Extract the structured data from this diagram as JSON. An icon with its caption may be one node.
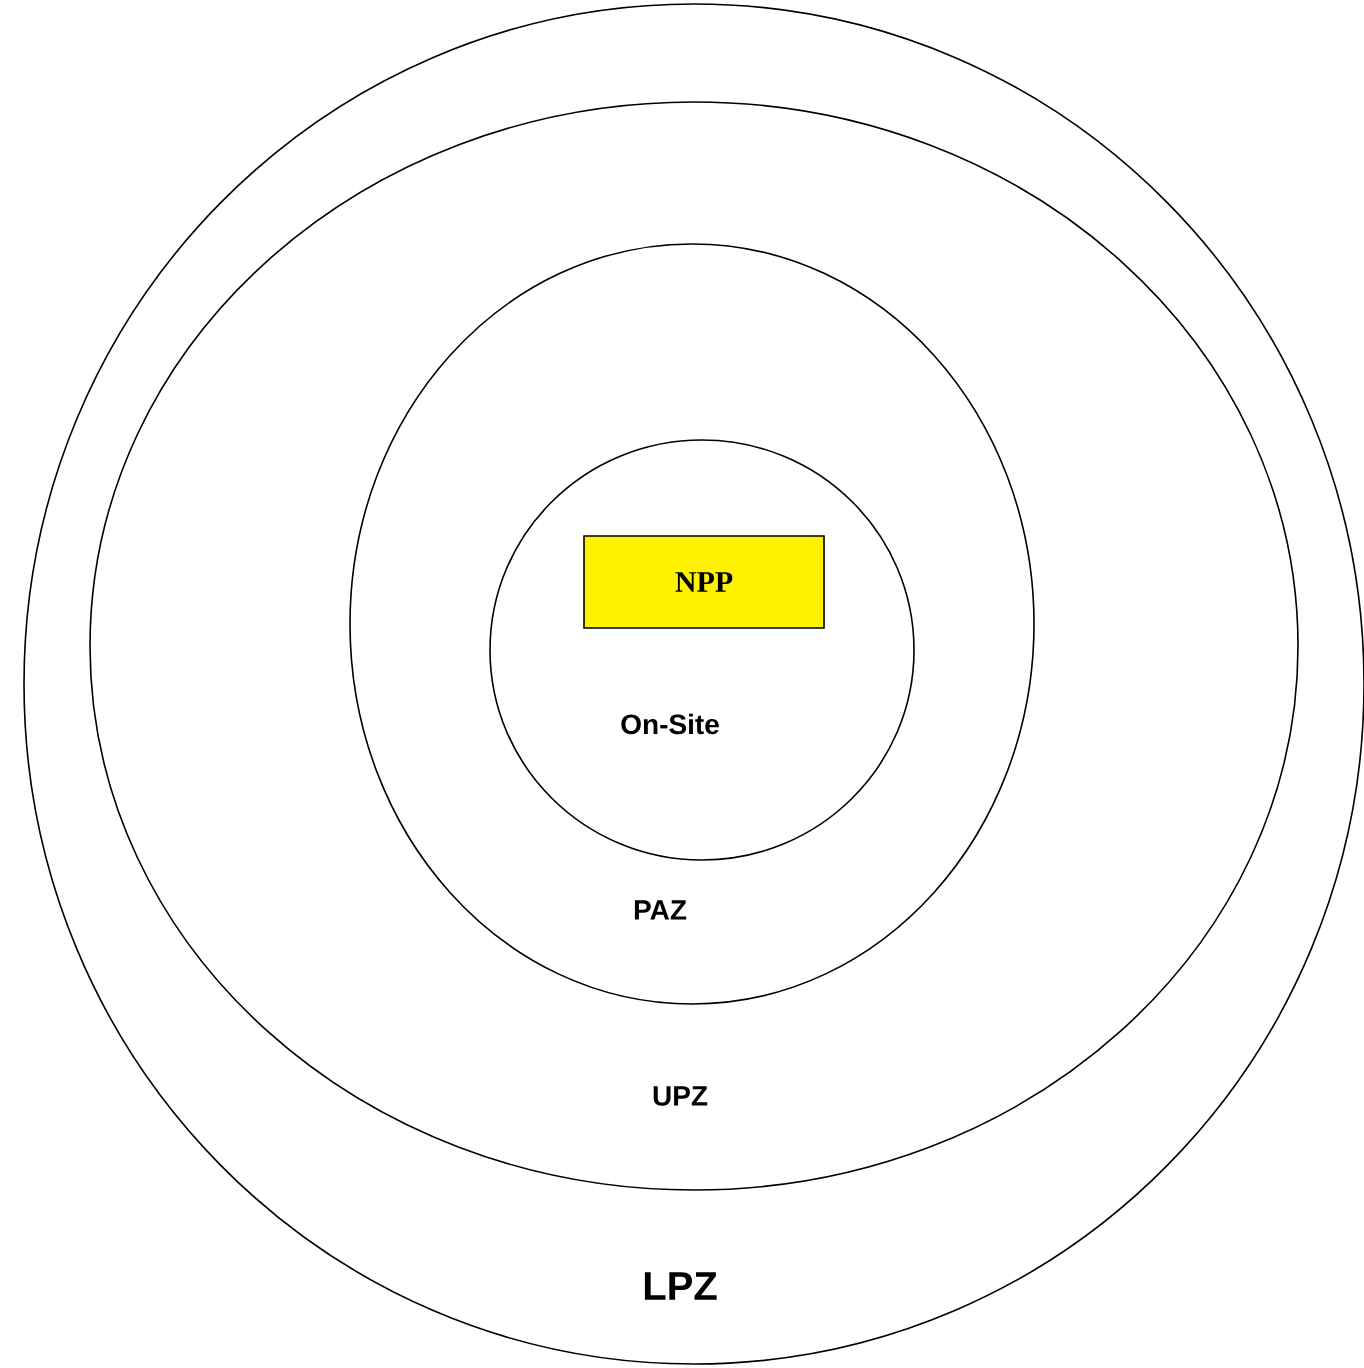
{
  "diagram": {
    "nodes": [
      {
        "text": [
          "LPZ"
        ]
      },
      {
        "text": [
          "UPZ"
        ],
        "in": 0
      },
      {
        "text": [
          "PAZ"
        ],
        "in": 1
      },
      {
        "text": [
          "On-Site"
        ],
        "in": 2
      },
      {
        "text": [
          "NPP"
        ],
        "in": 3
      }
    ]
  }
}
